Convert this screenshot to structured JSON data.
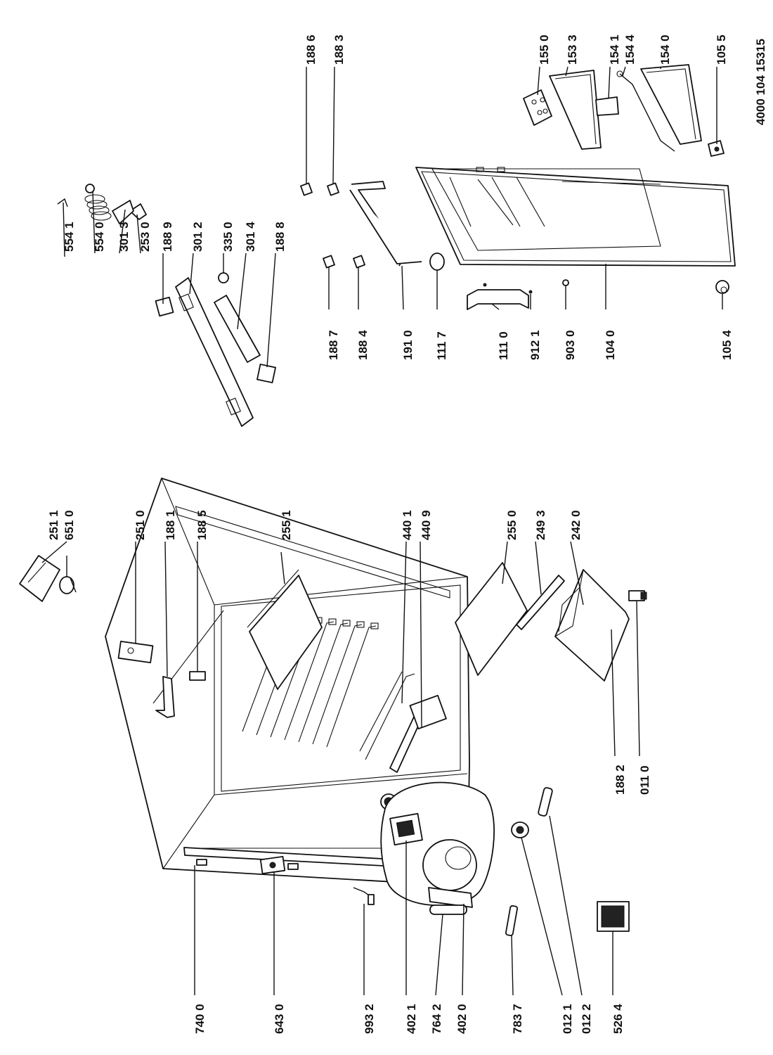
{
  "document_id": "4000 104 15315",
  "labels": {
    "l_7400": "740 0",
    "l_6430": "643 0",
    "l_9932": "993 2",
    "l_4021": "402 1",
    "l_7642": "764 2",
    "l_4020": "402 0",
    "l_7837": "783 7",
    "l_0121": "012 1",
    "l_0122": "012 2",
    "l_5264": "526 4",
    "l_2511": "251 1",
    "l_6510": "651 0",
    "l_2510": "251 0",
    "l_1881": "188 1",
    "l_1885": "188 5",
    "l_2551": "255 1",
    "l_4401": "440 1",
    "l_4409": "440 9",
    "l_2550": "255 0",
    "l_2493": "249 3",
    "l_2420": "242 0",
    "l_1882": "188 2",
    "l_0110": "011 0",
    "l_5541": "554 1",
    "l_5540": "554 0",
    "l_3013": "301 3",
    "l_2530": "253 0",
    "l_1889": "188 9",
    "l_3012": "301 2",
    "l_3350": "335 0",
    "l_3014": "301 4",
    "l_1888": "188 8",
    "l_1887": "188 7",
    "l_1884": "188 4",
    "l_1910": "191 0",
    "l_1117": "111 7",
    "l_1110": "111 0",
    "l_9121": "912 1",
    "l_9030": "903 0",
    "l_1040": "104 0",
    "l_1054": "105 4",
    "l_1886": "188 6",
    "l_1883": "188 3",
    "l_1550": "155 0",
    "l_1533": "153 3",
    "l_1541": "154 1",
    "l_1544": "154 4",
    "l_1540": "154 0",
    "l_1055": "105 5"
  }
}
